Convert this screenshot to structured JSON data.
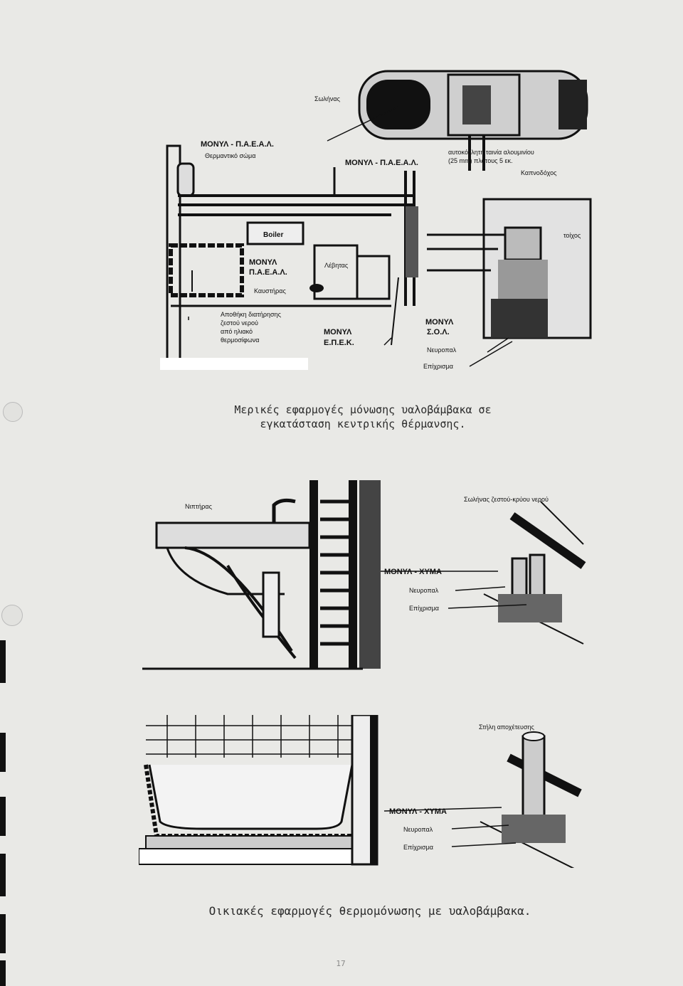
{
  "figure1": {
    "labels": {
      "chimney_a": "Σωλήνας",
      "mount_a": "ΜΟΝΥΛ - Π.Α.Ε.Α.Λ.",
      "thermal_body": "Θερμαντικό σώμα",
      "mount_b": "ΜΟΝΥΛ - Π.Α.Ε.Α.Λ.",
      "tape_1": "αυτοκόλλητη ταινία αλουμινίου",
      "tape_2": "(25 mm) πλάτους 5 εκ.",
      "flue": "Καπνοδόχος",
      "wall": "τοίχος",
      "boiler": "Boiler",
      "mount_c1": "ΜΟΝΥΛ",
      "mount_c2": "Π.Α.Ε.Α.Λ.",
      "burner": "Λέβητας",
      "furnace": "Καυστήρας",
      "storage_1": "Αποθήκη διατήρησης",
      "storage_2": "ζεστού νερού",
      "storage_3": "από ηλιακό",
      "storage_4": "θερμοσίφωνα",
      "mount_d1": "ΜΟΝΥΛ",
      "mount_d2": "Ε.Π.Ε.Κ.",
      "mount_e1": "ΜΟΝΥΛ",
      "mount_e2": "Σ.Ο.Λ.",
      "membrane": "Νευροπαλ",
      "coating": "Επίχρισμα"
    }
  },
  "caption1": {
    "line1": "Μερικές εφαρμογές μόνωσης υαλοβάμβακα σε",
    "line2": "εγκατάσταση κεντρικής θέρμανσης."
  },
  "figure2": {
    "labels": {
      "sink": "Νιπτήρας",
      "pipe": "Σωλήνας ζεστού-κρύου νερού",
      "mount": "ΜΟΝΥΛ - ΧΥΜΑ",
      "membrane": "Νευροπαλ",
      "coating": "Επίχρισμα"
    }
  },
  "figure3": {
    "labels": {
      "column": "Στήλη αποχέτευσης",
      "mount": "ΜΟΝΥΛ - ΧΥΜΑ",
      "membrane": "Νευροπαλ",
      "coating": "Επίχρισμα"
    }
  },
  "caption2": {
    "text": "Οικιακές εφαρμογές θερμομόνωσης με υαλοβάμβακα."
  },
  "page": {
    "number": "17"
  }
}
